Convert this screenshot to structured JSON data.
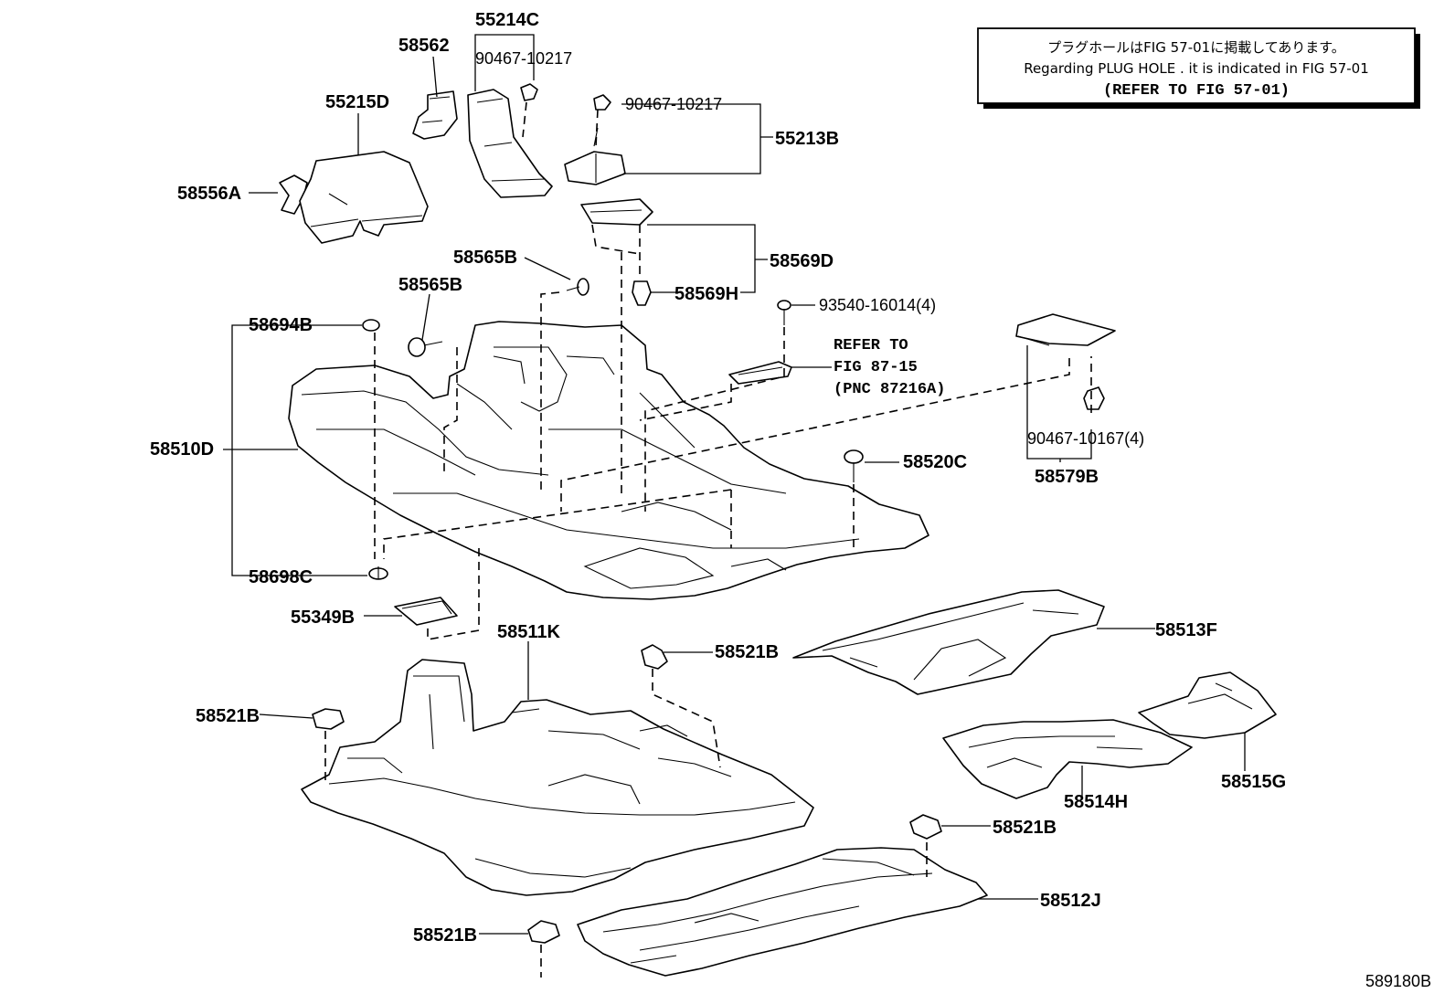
{
  "note": {
    "line1": "プラグホールはFIG 57-01に掲載してあります。",
    "line2": "Regarding PLUG HOLE . it is indicated in FIG 57-01",
    "line3": "(REFER TO FIG 57-01)"
  },
  "refer": {
    "line1": "REFER TO",
    "line2": "FIG 87-15",
    "line3": "(PNC 87216A)"
  },
  "labels": {
    "p55214C": "55214C",
    "p90467a": "90467-10217",
    "p58562": "58562",
    "p55215D": "55215D",
    "p58556A": "58556A",
    "p90467b": "90467-10217",
    "p55213B": "55213B",
    "p58569D": "58569D",
    "p58565Ba": "58565B",
    "p58569H": "58569H",
    "p58565Bb": "58565B",
    "p93540": "93540-16014(4)",
    "p58694B": "58694B",
    "p58510D": "58510D",
    "p90467c": "90467-10167(4)",
    "p58579B": "58579B",
    "p58520C": "58520C",
    "p58698C": "58698C",
    "p55349B": "55349B",
    "p58511K": "58511K",
    "p58521Ba": "58521B",
    "p58513F": "58513F",
    "p58521Bb": "58521B",
    "p58515G": "58515G",
    "p58514H": "58514H",
    "p58521Bc": "58521B",
    "p58512J": "58512J",
    "p58521Bd": "58521B"
  },
  "figure_code": "589180B"
}
